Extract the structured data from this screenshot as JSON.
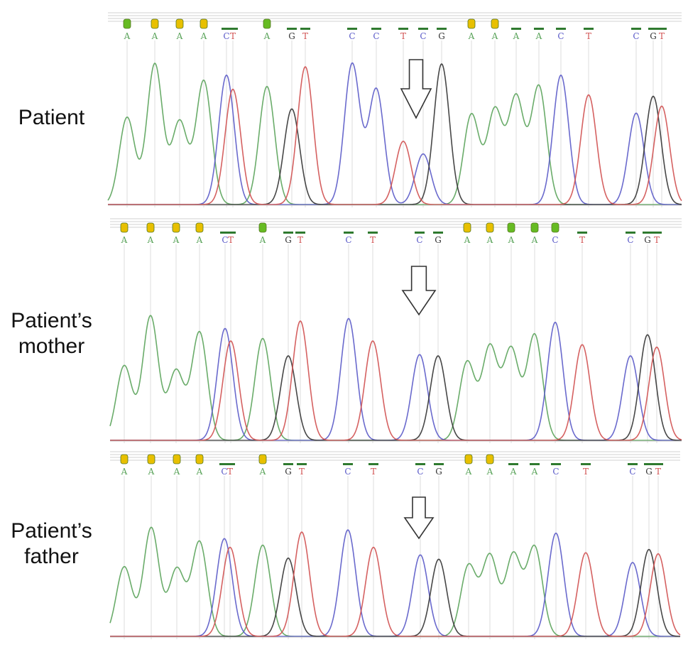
{
  "colors": {
    "A": "#5aa35a",
    "C": "#5a5ac8",
    "G": "#333333",
    "T": "#d05050",
    "quality_high": "#66bb22",
    "quality_mid": "#e8c000",
    "quality_low": "#dd3322"
  },
  "arrow_icon": "down-arrow-icon",
  "panels": [
    {
      "label_lines": [
        "Patient"
      ],
      "bases": [
        "A",
        "A",
        "A",
        "A",
        "C",
        "T",
        "A",
        "G",
        "T",
        "C",
        "C",
        "T",
        "C",
        "G",
        "A",
        "A",
        "A",
        "A",
        "C",
        "T",
        "C",
        "G",
        "T"
      ],
      "has_variant_T": true
    },
    {
      "label_lines": [
        "Patient’s",
        "mother"
      ],
      "bases": [
        "A",
        "A",
        "A",
        "A",
        "C",
        "T",
        "A",
        "G",
        "T",
        "C",
        "T",
        "C",
        "G",
        "A",
        "A",
        "A",
        "A",
        "C",
        "T",
        "C",
        "G",
        "T"
      ],
      "has_variant_T": false
    },
    {
      "label_lines": [
        "Patient’s",
        "father"
      ],
      "bases": [
        "A",
        "A",
        "A",
        "A",
        "C",
        "T",
        "A",
        "G",
        "T",
        "C",
        "T",
        "C",
        "G",
        "A",
        "A",
        "A",
        "A",
        "C",
        "T",
        "C",
        "G",
        "T"
      ],
      "has_variant_T": false
    }
  ]
}
